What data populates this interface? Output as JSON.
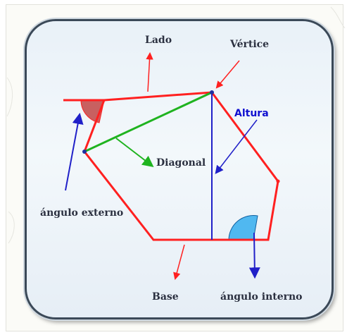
{
  "labels": {
    "side": "Lado",
    "vertex": "Vértice",
    "height": "Altura",
    "diagonal": "Diagonal",
    "external_angle": "ángulo externo",
    "base": "Base",
    "internal_angle": "ángulo interno"
  },
  "colors": {
    "polygon": "#ff2020",
    "diagonal": "#1fb31f",
    "height": "#2020c8",
    "external_angle": "#c86060",
    "internal_angle": "#50b8f0",
    "label": "#2b3040",
    "blue_label": "#1010d0"
  }
}
